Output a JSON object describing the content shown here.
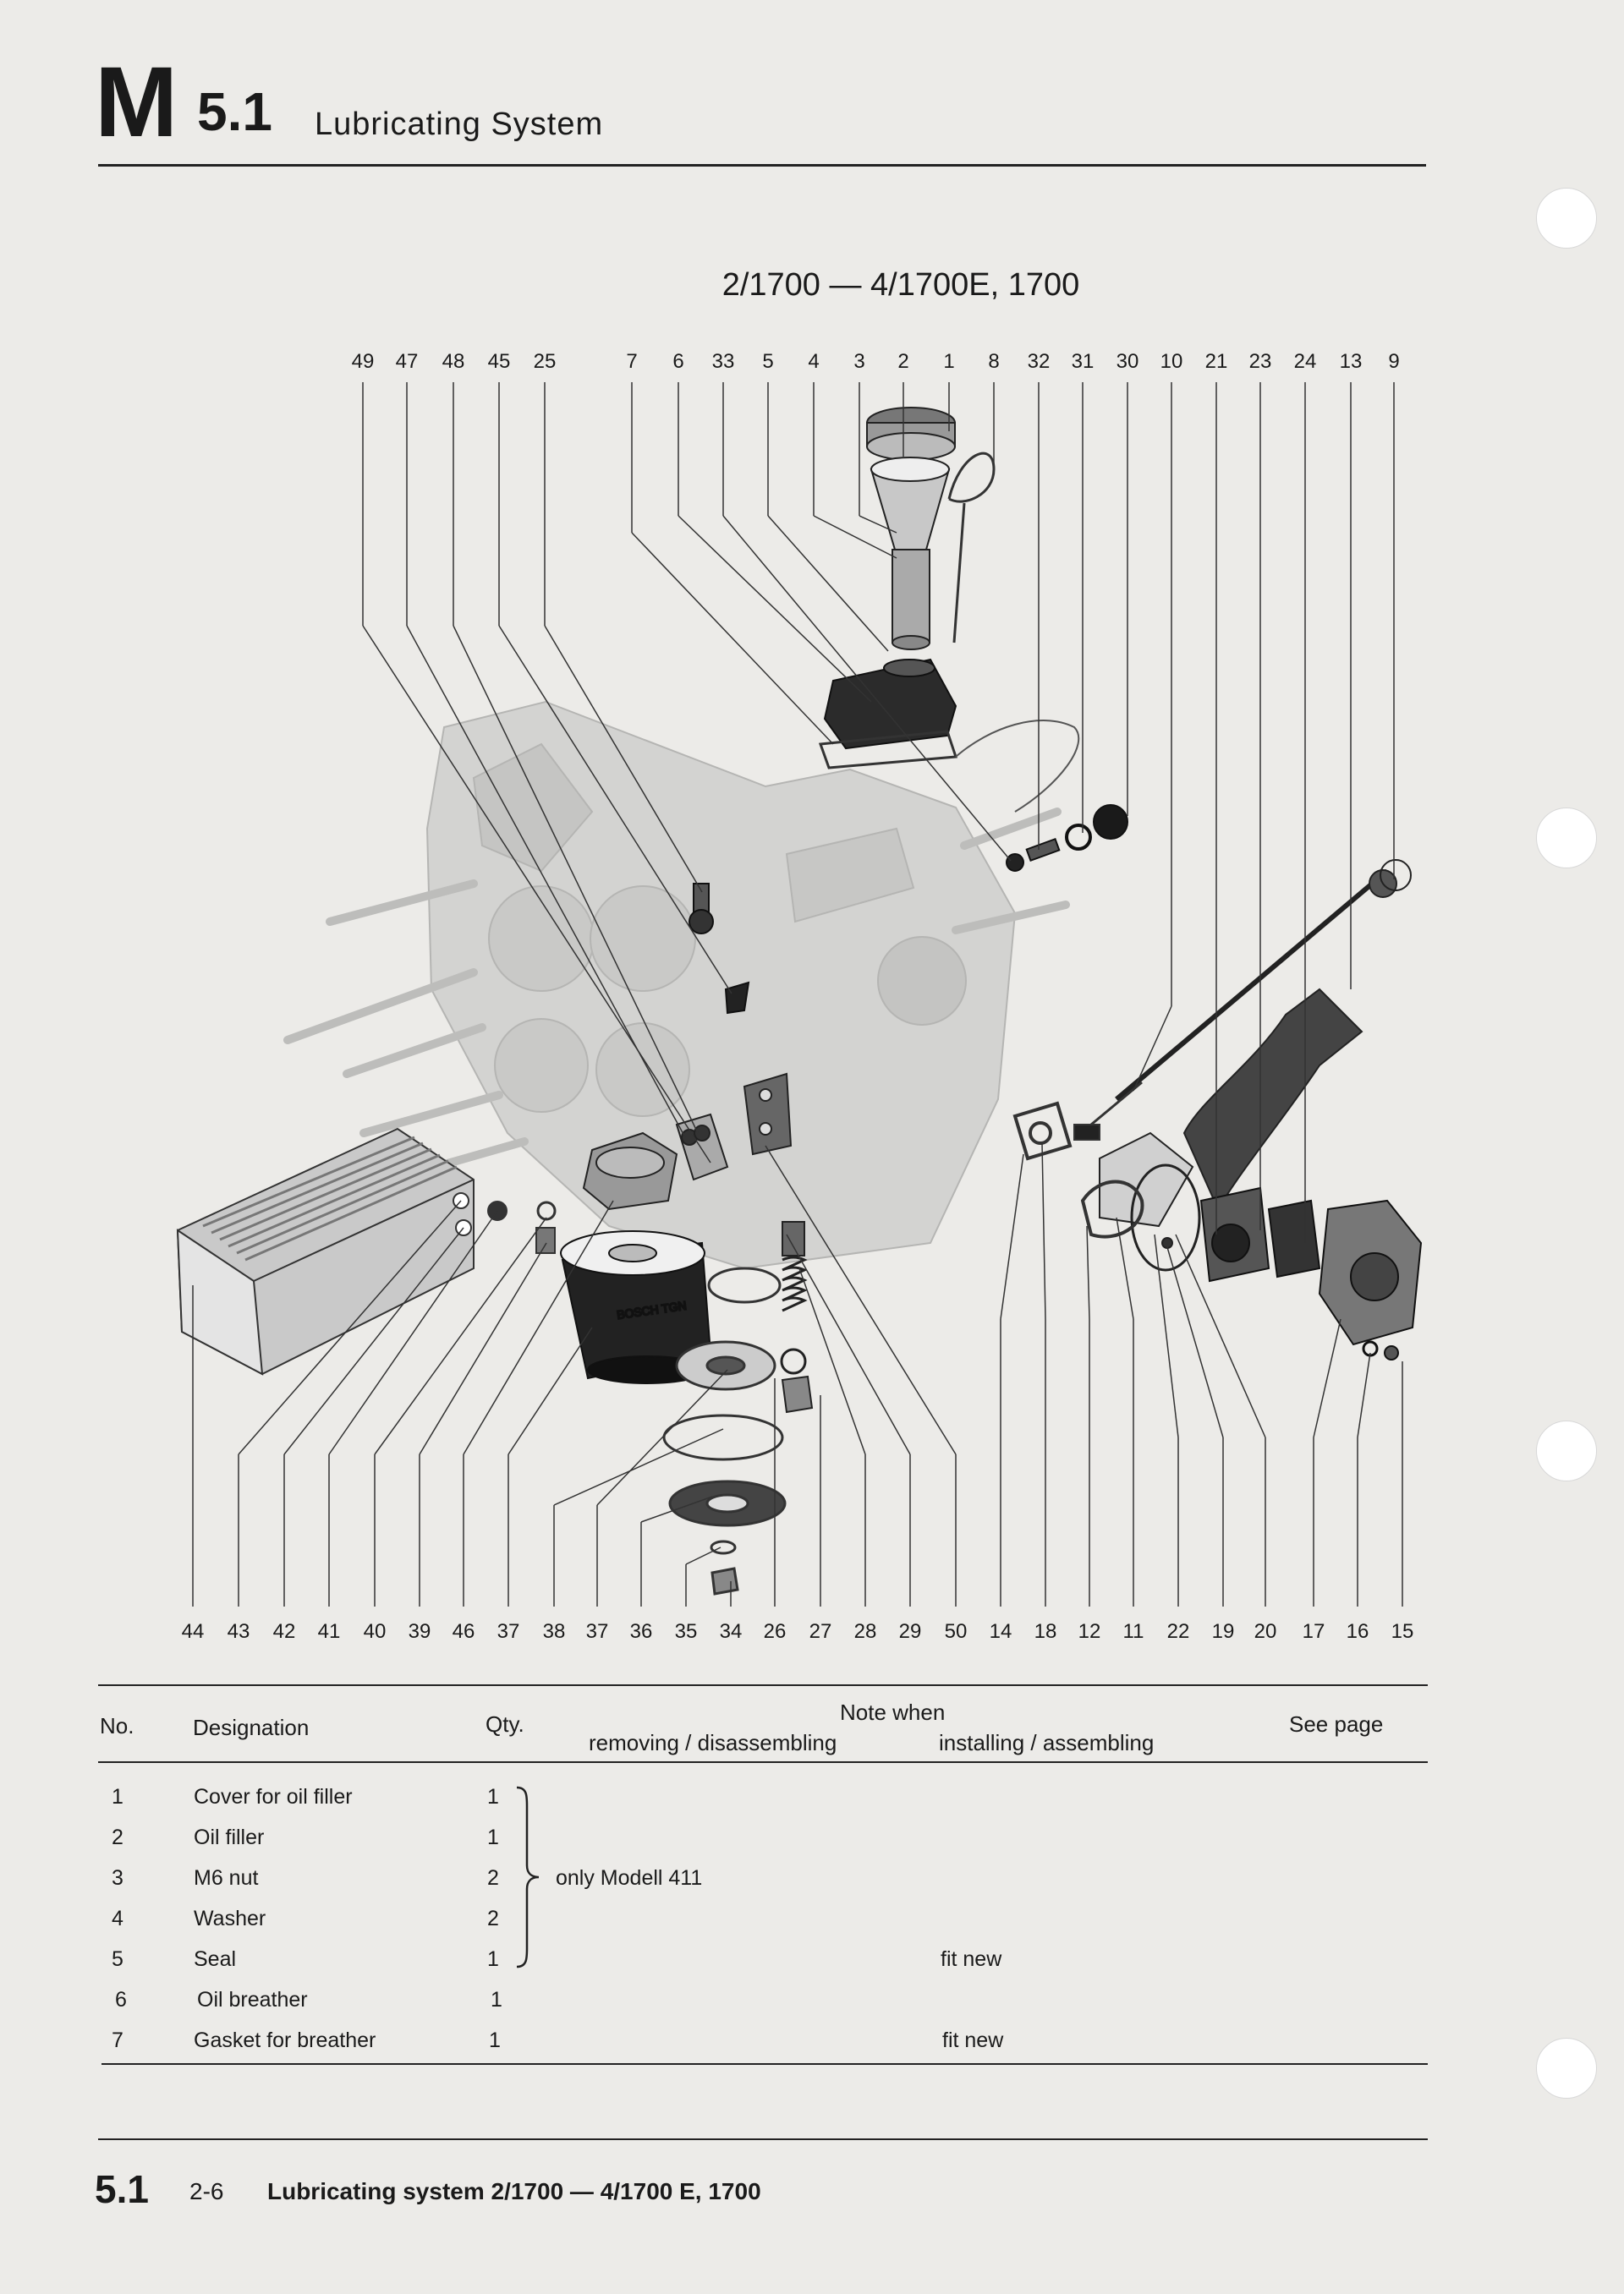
{
  "header": {
    "letter": "M",
    "section": "5.1",
    "title": "Lubricating System"
  },
  "diagram": {
    "subtitle": "2/1700 — 4/1700E, 1700",
    "filter_print": "BOSCH TGN",
    "top_labels": [
      "49",
      "47",
      "48",
      "45",
      "25",
      "7",
      "6",
      "33",
      "5",
      "4",
      "3",
      "2",
      "1",
      "8",
      "32",
      "31",
      "30",
      "10",
      "21",
      "23",
      "24",
      "13",
      "9"
    ],
    "bottom_labels": [
      "44",
      "43",
      "42",
      "41",
      "40",
      "39",
      "46",
      "37",
      "38",
      "37",
      "36",
      "35",
      "34",
      "26",
      "27",
      "28",
      "29",
      "50",
      "14",
      "18",
      "12",
      "11",
      "22",
      "19",
      "20",
      "17",
      "16",
      "15"
    ]
  },
  "table": {
    "headers": {
      "no": "No.",
      "designation": "Designation",
      "qty": "Qty.",
      "note_when": "Note when",
      "removing": "removing / disassembling",
      "installing": "installing / assembling",
      "see_page": "See page"
    },
    "rows": [
      {
        "no": "1",
        "designation": "Cover for oil filler",
        "qty": "1",
        "removing": "",
        "installing": ""
      },
      {
        "no": "2",
        "designation": "Oil filler",
        "qty": "1",
        "removing": "",
        "installing": ""
      },
      {
        "no": "3",
        "designation": "M6 nut",
        "qty": "2",
        "removing": "only Modell 411",
        "installing": ""
      },
      {
        "no": "4",
        "designation": "Washer",
        "qty": "2",
        "removing": "",
        "installing": ""
      },
      {
        "no": "5",
        "designation": "Seal",
        "qty": "1",
        "removing": "",
        "installing": "fit new"
      },
      {
        "no": "6",
        "designation": "Oil breather",
        "qty": "1",
        "removing": "",
        "installing": ""
      },
      {
        "no": "7",
        "designation": "Gasket for breather",
        "qty": "1",
        "removing": "",
        "installing": "fit new"
      }
    ]
  },
  "footer": {
    "section": "5.1",
    "page": "2-6",
    "title": "Lubricating system 2/1700 — 4/1700 E, 1700"
  }
}
